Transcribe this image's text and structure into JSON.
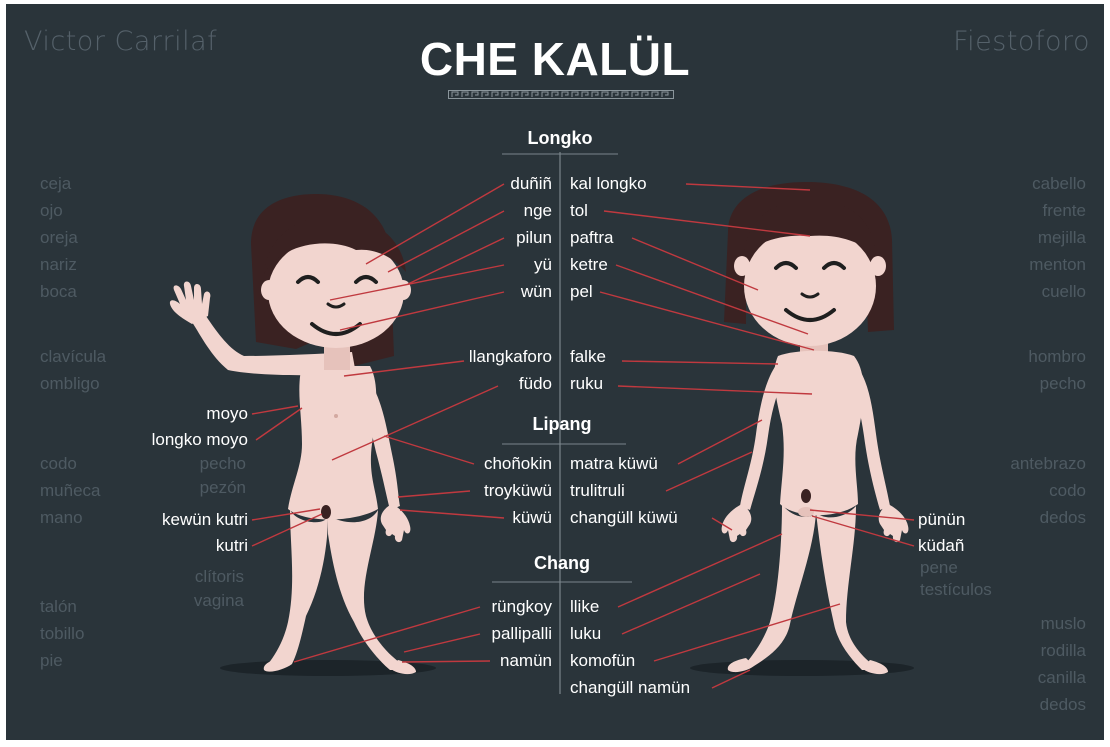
{
  "signature_left": "Victor Carrilaf",
  "signature_right": "Fiestoforo",
  "title": "CHE KALÜL",
  "sections": {
    "longko": "Longko",
    "lipang": "Lipang",
    "chang": "Chang"
  },
  "center_left_labels": [
    "duñiñ",
    "nge",
    "pilun",
    "yü",
    "wün",
    "llangkaforo",
    "füdo",
    "choñokin",
    "troyküwü",
    "küwü",
    "rüngkoy",
    "pallipalli",
    "namün"
  ],
  "center_right_labels": [
    "kal longko",
    "tol",
    "paftra",
    "ketre",
    "pel",
    "falke",
    "ruku",
    "matra küwü",
    "trulitruli",
    "changüll küwü",
    "llike",
    "luku",
    "komofün",
    "changüll namün"
  ],
  "girl_labels": [
    "moyo",
    "longko moyo",
    "kewün kutri",
    "kutri"
  ],
  "boy_labels": [
    "pünün",
    "küdañ"
  ],
  "spanish_left": {
    "head": [
      "ceja",
      "ojo",
      "oreja",
      "nariz",
      "boca"
    ],
    "torso": [
      "clavícula",
      "ombligo"
    ],
    "arm": [
      "codo",
      "muñeca",
      "mano"
    ],
    "leg": [
      "talón",
      "tobillo",
      "pie"
    ],
    "girl_body": [
      "pecho",
      "pezón"
    ],
    "girl_genital": [
      "clítoris",
      "vagina"
    ]
  },
  "spanish_right": {
    "head": [
      "cabello",
      "frente",
      "mejilla",
      "menton",
      "cuello"
    ],
    "torso": [
      "hombro",
      "pecho"
    ],
    "arm": [
      "antebrazo",
      "codo",
      "dedos"
    ],
    "boy_genital": [
      "pene",
      "testículos"
    ],
    "leg": [
      "muslo",
      "rodilla",
      "canilla",
      "dedos"
    ]
  },
  "colors": {
    "background": "#2a343a",
    "skin": "#f2d5cf",
    "hair": "#3a2222",
    "pointer_line": "#c0393f",
    "label_white": "#ffffff",
    "label_gray": "#4e5a62"
  }
}
